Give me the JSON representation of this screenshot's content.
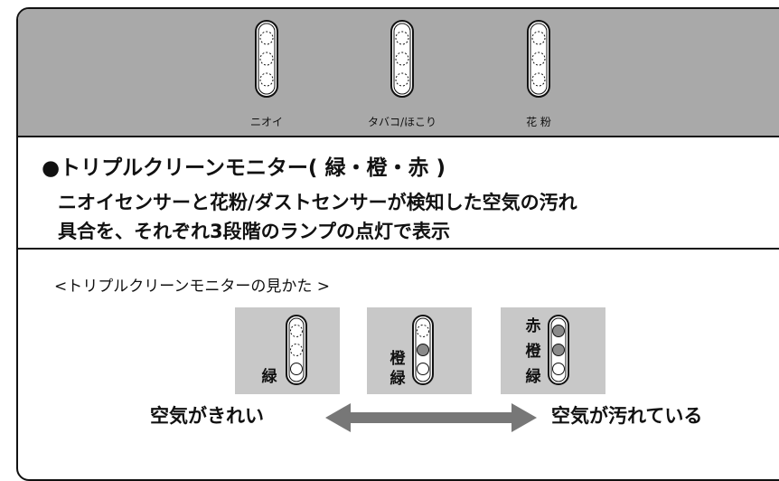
{
  "indicators": {
    "odor_label": "ニオイ",
    "tobacco_label": "タバコ/ほこり",
    "pollen_label": "花 粉"
  },
  "description": {
    "title": "●トリプルクリーンモニター( 緑・橙・赤 )",
    "line1": "ニオイセンサーと花粉/ダストセンサーが検知した空気の汚れ",
    "line2": "具合を、それぞれ3段階のランプの点灯で表示"
  },
  "howto": {
    "title": "<トリプルクリーンモニターの見かた >",
    "example1": {
      "c3": "緑"
    },
    "example2": {
      "c2": "橙",
      "c3": "緑"
    },
    "example3": {
      "c1": "赤",
      "c2": "橙",
      "c3": "緑"
    },
    "clean_label": "空気がきれい",
    "dirty_label": "空気が汚れている"
  },
  "colors": {
    "panel_gray": "#a9a9a9",
    "example_gray": "#c8c8c8",
    "lit_lamp": "#8a8a8a",
    "arrow_gray": "#777777"
  }
}
